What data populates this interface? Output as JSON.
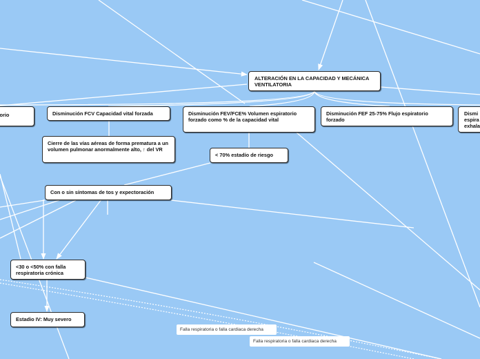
{
  "diagram": {
    "central": {
      "text": "ALTERACIÓN EN LA CAPACIDAD Y MECÁNICA VENTILATORIA"
    },
    "branches": {
      "left_partial": "torio",
      "fcv": "Disminución FCV Capacidad vital forzada",
      "fev": "Disminución FEV/FCE%  Volumen espiratorio forzado como % de la capacidad vital",
      "fef": "Disminución FEF 25-75% Flujo espiratorio forzado",
      "right_partial": "Dismi espira exhala"
    },
    "details": {
      "cierre": "Cierre de las vías aéreas de forma prematura a un volumen pulmonar anormalmente alto, ↑ del VR",
      "riesgo": "< 70% estadío de riesgo",
      "sintomas": "Con o sin síntomas de tos y expectoración",
      "falla_cronica": "<30 o <50% con falla respiratoria crónica",
      "estadio_iv": "Estadio IV: Muy severo"
    },
    "notes": {
      "falla_1": "Falla respiratoria o falla cardiaca derecha",
      "falla_2": "Falla respiratoria o falla cardiaca derecha"
    },
    "colors": {
      "background": "#9ac9f5",
      "node_fill": "#ffffff",
      "node_border": "#2a2a2a",
      "connector": "#ffffff"
    }
  }
}
